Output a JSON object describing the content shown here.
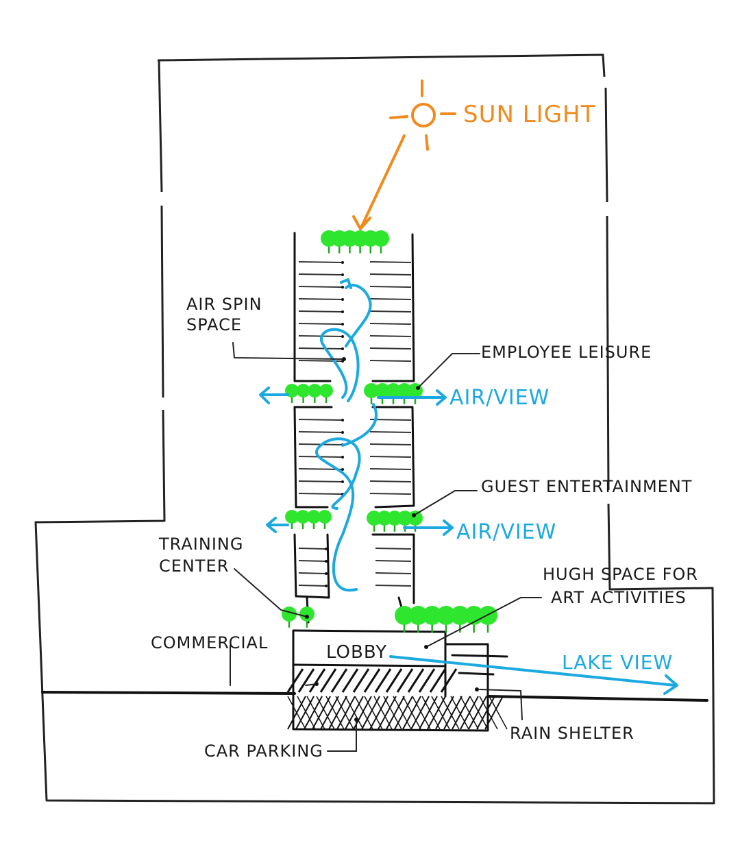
{
  "labels": {
    "sun_light": "SUN LIGHT",
    "air_spin_1": "AIR SPIN",
    "air_spin_2": "SPACE",
    "employee_leisure": "EMPLOYEE LEISURE",
    "air_view_upper": "AIR/VIEW",
    "guest_entertainment": "GUEST ENTERTAINMENT",
    "air_view_lower": "AIR/VIEW",
    "training_1": "TRAINING",
    "training_2": "CENTER",
    "hugh_space_1": "HUGH SPACE FOR",
    "hugh_space_2": "ART ACTIVITIES",
    "commercial": "COMMERCIAL",
    "lobby": "LOBBY",
    "lake_view": "LAKE VIEW",
    "car_parking": "CAR PARKING",
    "rain_shelter": "RAIN SHELTER"
  },
  "colors": {
    "ink": "#111111",
    "sun": "#f08a1c",
    "air": "#1ba9e0",
    "greenery": "#2ee62e"
  },
  "icons": {
    "sun": "sun-icon",
    "greenery": "tree-cluster-icon"
  }
}
